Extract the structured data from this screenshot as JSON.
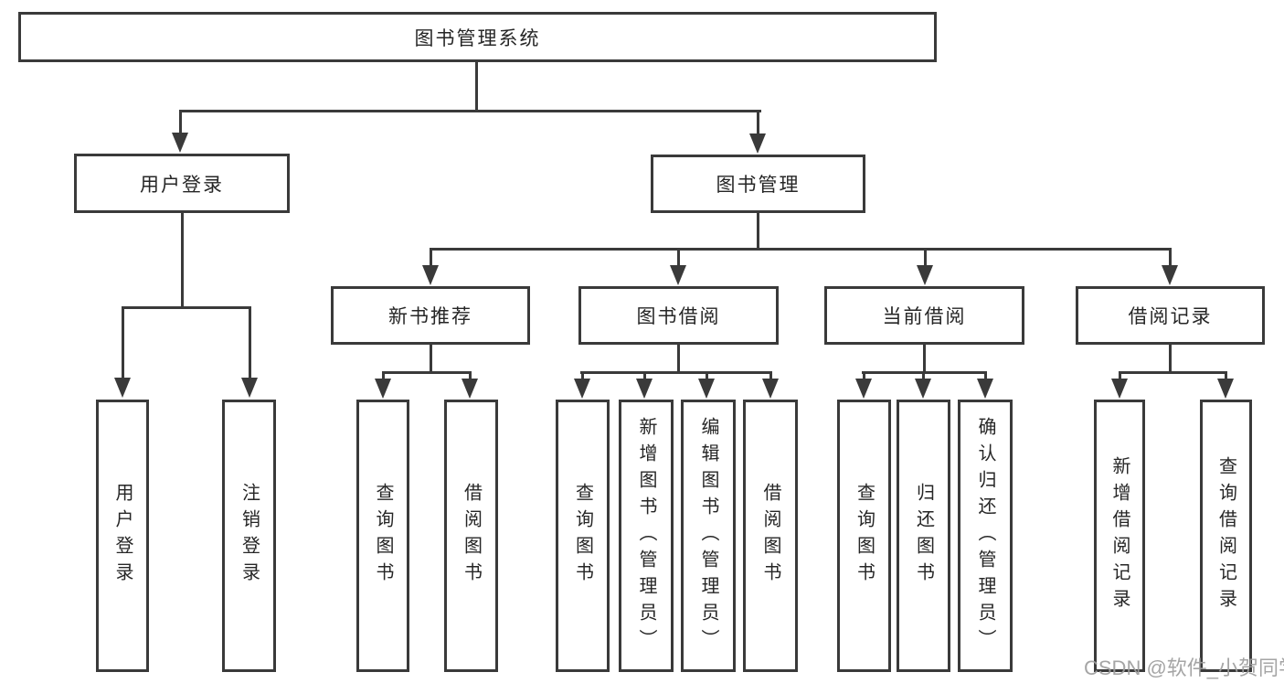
{
  "diagram": {
    "root": {
      "label": "图书管理系统"
    },
    "branches": {
      "user_login": {
        "label": "用户登录",
        "children": [
          "用户登录",
          "注销登录"
        ]
      },
      "book_management": {
        "label": "图书管理",
        "sections": [
          {
            "label": "新书推荐",
            "children": [
              "查询图书",
              "借阅图书"
            ]
          },
          {
            "label": "图书借阅",
            "children": [
              "查询图书",
              "新增图书（管理员）",
              "编辑图书（管理员）",
              "借阅图书"
            ]
          },
          {
            "label": "当前借阅",
            "children": [
              "查询图书",
              "归还图书",
              "确认归还（管理员）"
            ]
          },
          {
            "label": "借阅记录",
            "children": [
              "新增借阅记录",
              "查询借阅记录"
            ]
          }
        ]
      }
    }
  },
  "watermark": {
    "text": "CSDN @软件_小贺同学"
  },
  "colors": {
    "line": "#3a3a3a",
    "text": "#262626",
    "watermark": "#9e9e9e",
    "background": "#ffffff"
  }
}
